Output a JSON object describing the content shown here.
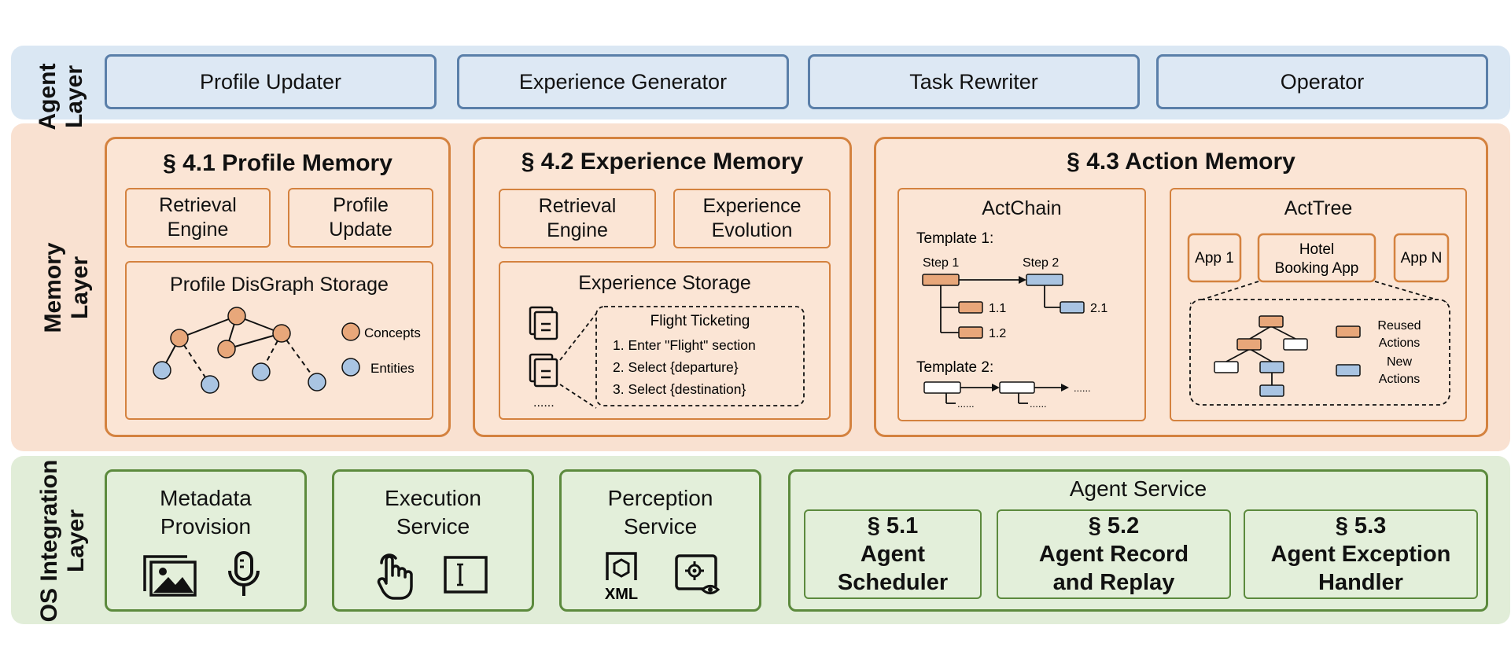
{
  "layers": {
    "agent_label": [
      "Agent",
      "Layer"
    ],
    "memory_label": [
      "Memory",
      "Layer"
    ],
    "os_label": [
      "OS Integration",
      "Layer"
    ]
  },
  "agent": {
    "items": [
      "Profile Updater",
      "Experience Generator",
      "Task Rewriter",
      "Operator"
    ]
  },
  "memory": {
    "profile": {
      "title": "§ 4.1 Profile Memory",
      "retrieval": [
        "Retrieval",
        "Engine"
      ],
      "update": [
        "Profile",
        "Update"
      ],
      "storage_title": "Profile DisGraph Storage",
      "legend_concepts": "Concepts",
      "legend_entities": "Entities"
    },
    "experience": {
      "title": "§ 4.2 Experience Memory",
      "retrieval": [
        "Retrieval",
        "Engine"
      ],
      "evolution": [
        "Experience",
        "Evolution"
      ],
      "storage_title": "Experience Storage",
      "card_title": "Flight Ticketing",
      "card_lines": [
        "1. Enter \"Flight\" section",
        "2. Select {departure}",
        "3. Select {destination}"
      ],
      "ellipsis": "......"
    },
    "action": {
      "title": "§ 4.3 Action Memory",
      "actchain": {
        "title": "ActChain",
        "template1": "Template 1:",
        "step1": "Step 1",
        "step2": "Step 2",
        "sub1": "1.1",
        "sub2": "1.2",
        "sub3": "2.1",
        "template2": "Template 2:",
        "dots": "......"
      },
      "acttree": {
        "title": "ActTree",
        "app1": "App 1",
        "hotel": [
          "Hotel",
          "Booking App"
        ],
        "appn": "App N",
        "reused": [
          "Reused",
          "Actions"
        ],
        "new": [
          "New",
          "Actions"
        ]
      }
    }
  },
  "os": {
    "metadata": [
      "Metadata",
      "Provision"
    ],
    "execution": [
      "Execution",
      "Service"
    ],
    "perception": [
      "Perception",
      "Service"
    ],
    "xml_label": "XML",
    "agent_service": {
      "title": "Agent Service",
      "items": [
        [
          "§ 5.1",
          "Agent",
          "Scheduler"
        ],
        [
          "§ 5.2",
          "Agent Record",
          "and Replay"
        ],
        [
          "§ 5.3",
          "Agent Exception",
          "Handler"
        ]
      ]
    }
  },
  "colors": {
    "agent_bg": "#dae7f3",
    "agent_border": "#5a7fa9",
    "memory_bg": "#f9e1d1",
    "memory_border": "#d4823f",
    "os_bg": "#e1edd8",
    "os_border": "#5c8a3d",
    "concept_fill": "#e8a77a",
    "entity_fill": "#a9c4e2"
  }
}
